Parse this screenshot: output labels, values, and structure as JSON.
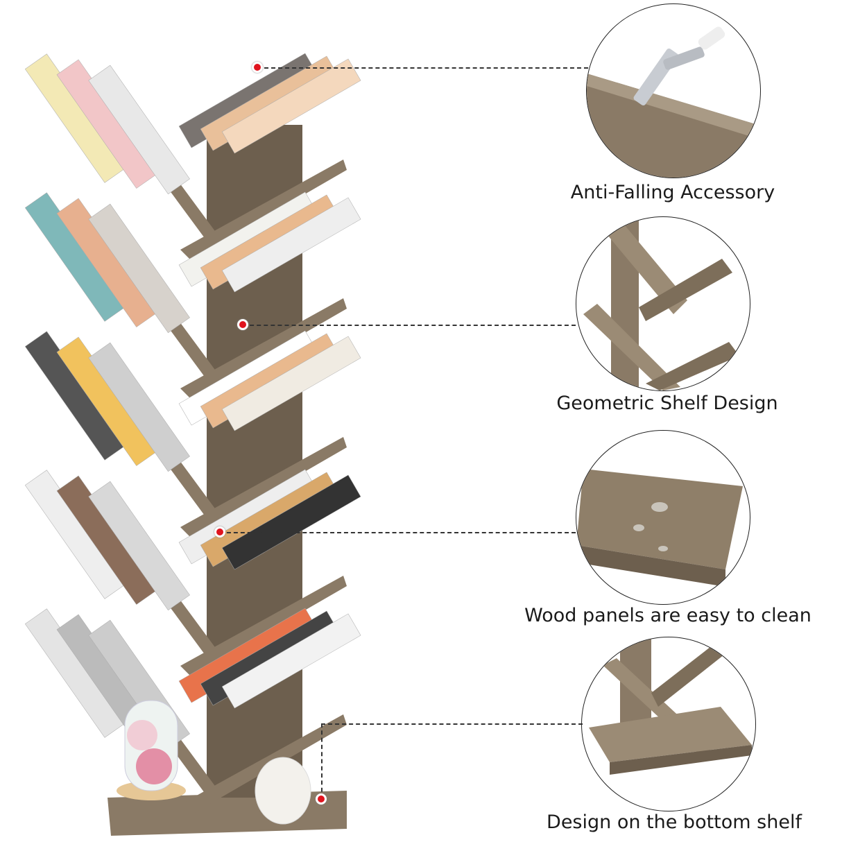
{
  "features": [
    {
      "label": "Anti-Falling Accessory",
      "icon": "anti-falling-bracket-detail"
    },
    {
      "label": "Geometric Shelf Design",
      "icon": "geometric-shelf-detail"
    },
    {
      "label": "Wood panels are easy to clean",
      "icon": "water-droplet-wood-detail"
    },
    {
      "label": "Design on the bottom shelf",
      "icon": "bottom-shelf-detail"
    }
  ],
  "colors": {
    "wood": "#8a7a66",
    "wood_dark": "#6d5f4e",
    "marker": "#e0141e"
  }
}
